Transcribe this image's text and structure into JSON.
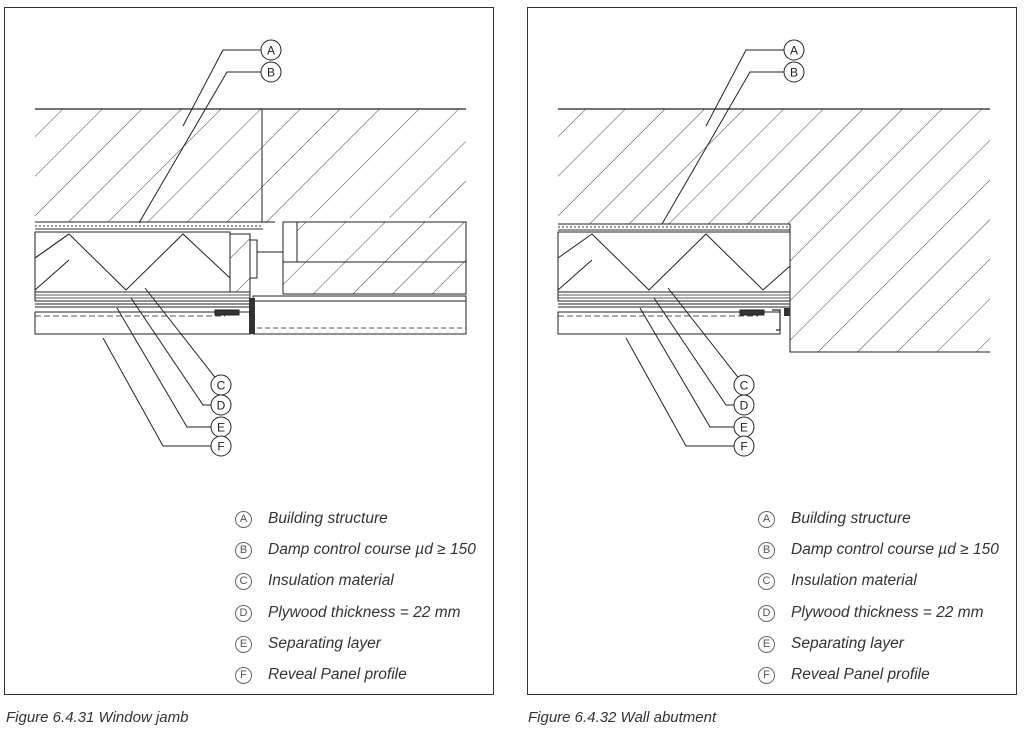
{
  "figures": [
    {
      "caption": "Figure 6.4.31 Window jamb",
      "legend": [
        {
          "letter": "A",
          "text": "Building structure"
        },
        {
          "letter": "B",
          "text": "Damp control course µd ≥ 150"
        },
        {
          "letter": "C",
          "text": "Insulation material"
        },
        {
          "letter": "D",
          "text": "Plywood thickness = 22 mm"
        },
        {
          "letter": "E",
          "text": "Separating layer"
        },
        {
          "letter": "F",
          "text": "Reveal Panel profile"
        }
      ]
    },
    {
      "caption": "Figure 6.4.32 Wall abutment",
      "legend": [
        {
          "letter": "A",
          "text": "Building structure"
        },
        {
          "letter": "B",
          "text": "Damp control course µd ≥ 150"
        },
        {
          "letter": "C",
          "text": "Insulation material"
        },
        {
          "letter": "D",
          "text": "Plywood thickness = 22 mm"
        },
        {
          "letter": "E",
          "text": "Separating layer"
        },
        {
          "letter": "F",
          "text": "Reveal Panel profile"
        }
      ]
    }
  ]
}
